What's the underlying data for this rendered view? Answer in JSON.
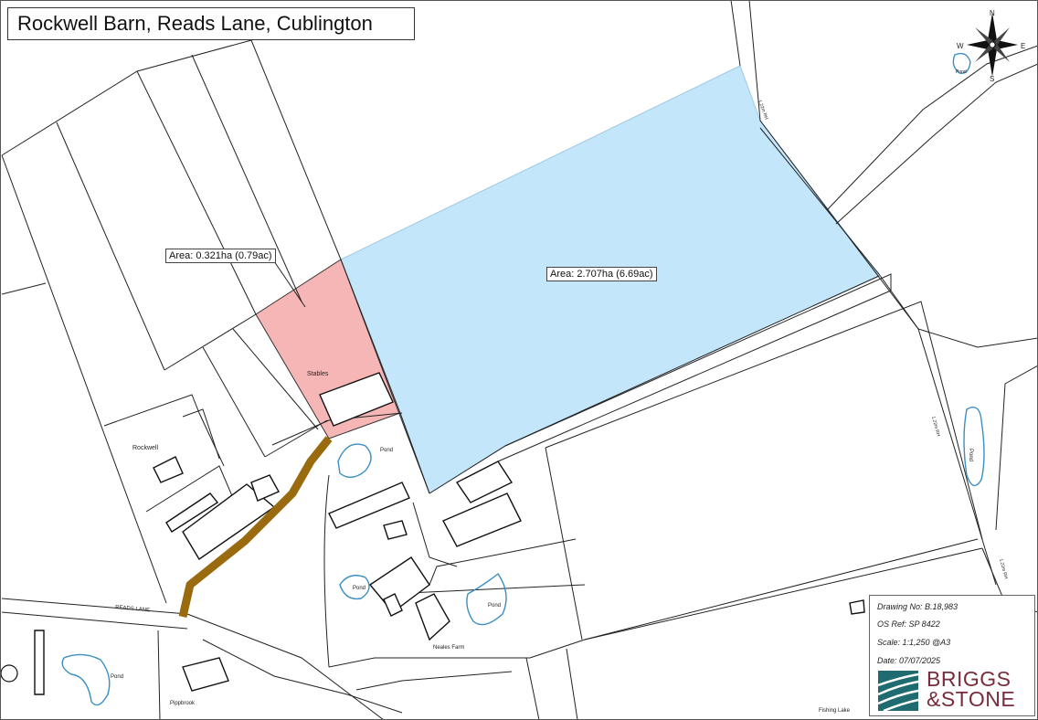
{
  "title": "Rockwell Barn, Reads Lane, Cublington",
  "areas": {
    "small_parcel": "Area: 0.321ha (0.79ac)",
    "large_parcel": "Area: 2.707ha (6.69ac)"
  },
  "map_labels": {
    "stables": "Stables",
    "rockwell": "Rockwell",
    "pond": "Pond",
    "reads_lane": "READS LANE",
    "neales_farm": "Neales Farm",
    "pippbrook": "Pippbrook",
    "fishing_lake": "Fishing Lake",
    "rh_measure": "1.22m RH"
  },
  "compass": {
    "n": "N",
    "e": "E",
    "s": "S",
    "w": "W"
  },
  "drawing_info": {
    "drawing_no": "Drawing No:  B.18,983",
    "os_ref": "OS Ref:  SP 8422",
    "scale": "Scale:  1:1,250    @A3",
    "date": "Date:  07/07/2025"
  },
  "brand": {
    "line1": "BRIGGS",
    "line2": "&STONE"
  },
  "colors": {
    "large_parcel": "#c4e6fb",
    "small_parcel": "#f7b6b6",
    "access_track": "#9a6a0e",
    "pond_outline": "#3b8fc0",
    "brand_red": "#7a2c3b",
    "brand_teal": "#1f6b6f"
  }
}
